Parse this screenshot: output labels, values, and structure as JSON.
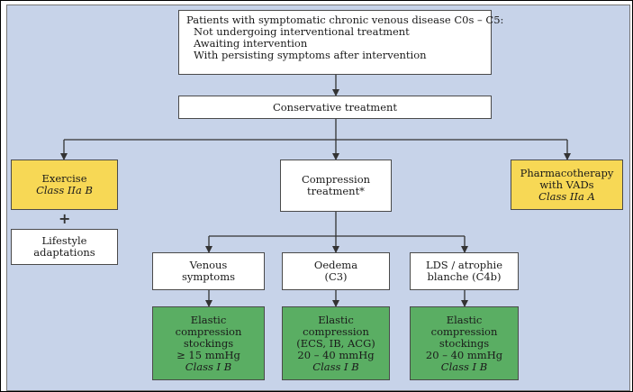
{
  "top_box": {
    "line1": "Patients with symptomatic chronic venous disease C0s – C5:",
    "line2": "Not undergoing interventional treatment",
    "line3": "Awaiting intervention",
    "line4": "With persisting symptoms after intervention"
  },
  "conservative": {
    "label": "Conservative treatment"
  },
  "exercise": {
    "title": "Exercise",
    "class": "Class IIa B"
  },
  "plus_sign": "+",
  "lifestyle": {
    "line1": "Lifestyle",
    "line2": "adaptations"
  },
  "compression": {
    "line1": "Compression",
    "line2": "treatment*"
  },
  "pharmaco": {
    "line1": "Pharmacotherapy",
    "line2": "with VADs",
    "class": "Class IIa A"
  },
  "venous_symptoms": {
    "line1": "Venous",
    "line2": "symptoms"
  },
  "oedema": {
    "line1": "Oedema",
    "line2": "(C3)"
  },
  "lds": {
    "line1": "LDS / atrophie",
    "line2": "blanche (C4b)"
  },
  "stockings_venous": {
    "line1": "Elastic",
    "line2": "compression",
    "line3": "stockings",
    "line4": "≥ 15 mmHg",
    "class": "Class I B"
  },
  "stockings_oedema": {
    "line1": "Elastic",
    "line2": "compression",
    "line3": "(ECS, IB, ACG)",
    "line4": "20 – 40 mmHg",
    "class": "Class I B"
  },
  "stockings_lds": {
    "line1": "Elastic",
    "line2": "compression",
    "line3": "stockings",
    "line4": "20 – 40 mmHg",
    "class": "Class I B"
  },
  "colors": {
    "panel_bg": "#c7d3e9",
    "recommendation_yellow": "#f7d855",
    "recommendation_green": "#5aae63",
    "box_white": "#ffffff"
  }
}
